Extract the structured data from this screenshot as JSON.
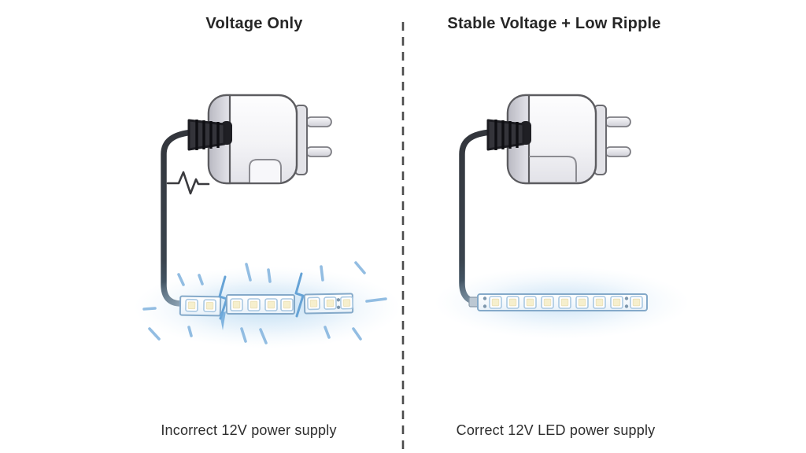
{
  "diagram": {
    "type": "comparison-illustration",
    "background_color": "#ffffff",
    "divider": {
      "style": "vertical-dashed",
      "color": "#4b4b4b"
    }
  },
  "panels": {
    "left": {
      "title": "Voltage Only",
      "caption": "Incorrect 12V power supply",
      "illustration": {
        "adapter_icon": "wall-power-adapter",
        "ripple_icon": "voltage-ripple-waveform",
        "led_strip": {
          "led_count": 9,
          "segments": 3,
          "state": "flickering-broken",
          "flicker_rays": 14
        }
      }
    },
    "right": {
      "title": "Stable Voltage + Low Ripple",
      "caption": "Correct 12V LED power supply",
      "illustration": {
        "adapter_icon": "wall-power-adapter",
        "led_strip": {
          "led_count": 9,
          "segments": 1,
          "state": "steady-glow"
        }
      }
    }
  },
  "colors": {
    "title_text": "#262626",
    "caption_text": "#2e2e2e",
    "adapter_body": "#f2f2f6",
    "adapter_outline": "#5c5c60",
    "connector_dark": "#2e2e33",
    "cable_dark": "#373b41",
    "strip_outline": "#84a9c9",
    "led_fill": "#f6efcd",
    "glow_blue": "#cbe3f6",
    "ray_blue": "#8ab8e0",
    "bolt_blue": "#66a3d6"
  }
}
